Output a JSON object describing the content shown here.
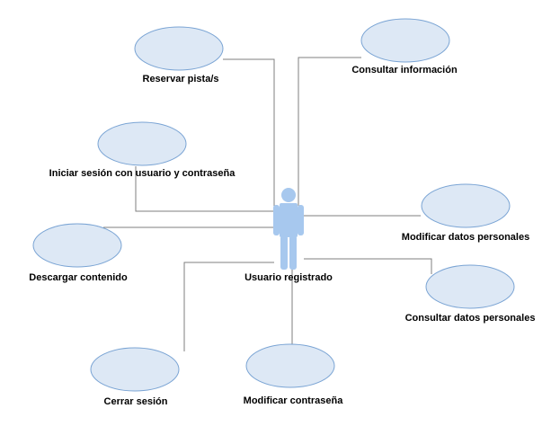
{
  "diagram": {
    "actor": {
      "label": "Usuario registrado"
    },
    "use_cases": [
      {
        "id": "reservar",
        "label": "Reservar pista/s"
      },
      {
        "id": "consultar-info",
        "label": "Consultar información"
      },
      {
        "id": "iniciar-sesion",
        "label": "Iniciar sesión con usuario y contraseña"
      },
      {
        "id": "modificar-datos",
        "label": "Modificar datos personales"
      },
      {
        "id": "descargar",
        "label": "Descargar contenido"
      },
      {
        "id": "consultar-datos",
        "label": "Consultar datos personales"
      },
      {
        "id": "cerrar-sesion",
        "label": "Cerrar sesión"
      },
      {
        "id": "modificar-pass",
        "label": "Modificar contraseña"
      }
    ],
    "colors": {
      "ellipse_fill": "#dde8f5",
      "ellipse_stroke": "#7aa4d4",
      "actor_fill": "#a7c8ee",
      "connector": "#7f7f7f"
    }
  }
}
